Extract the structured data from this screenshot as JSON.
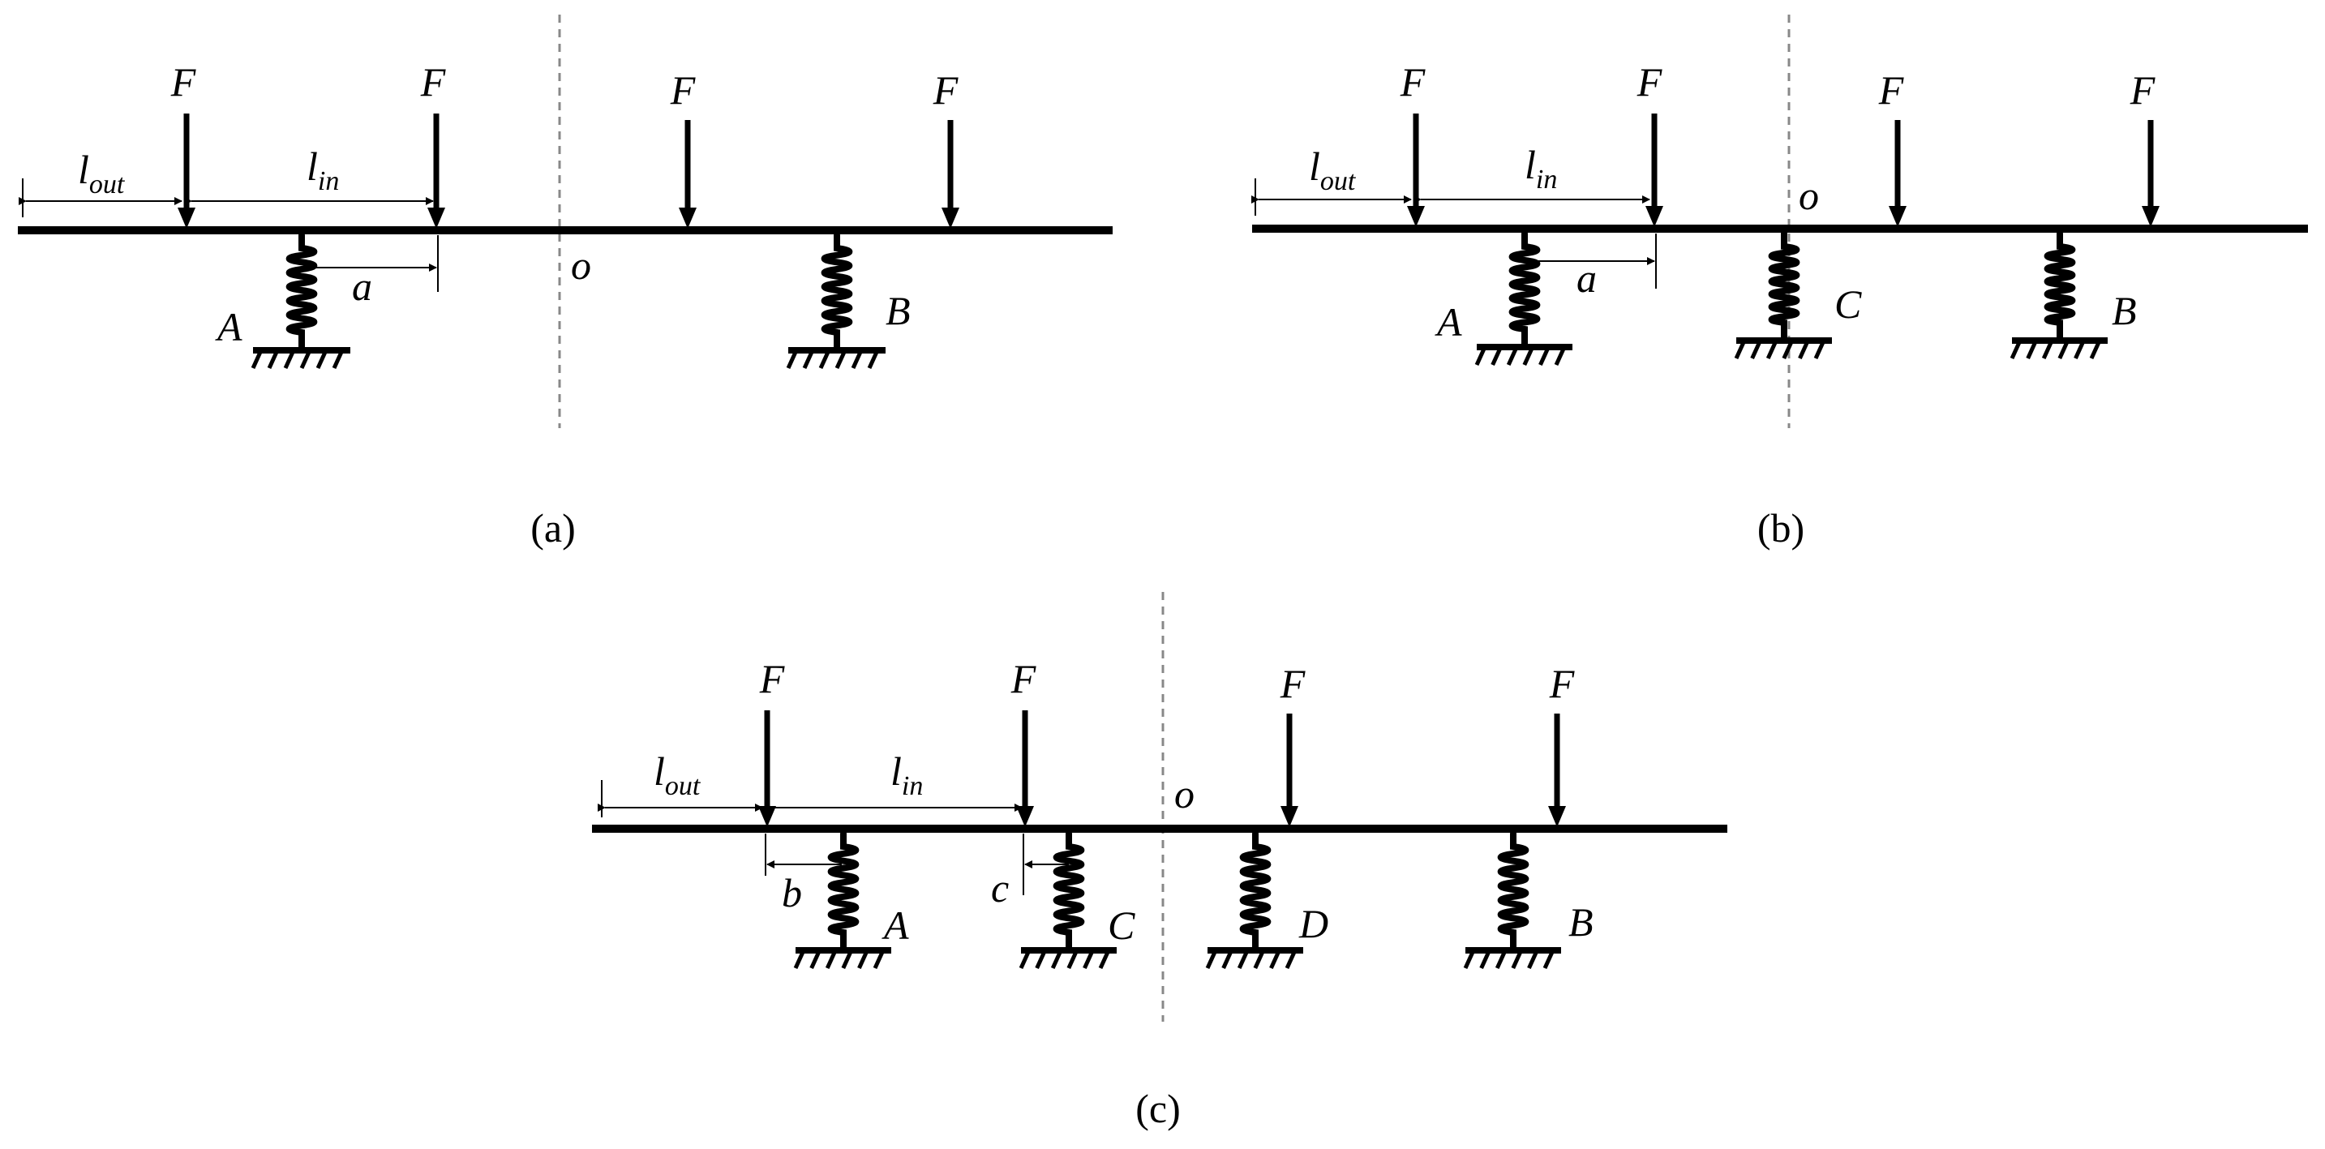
{
  "diagrams": {
    "a": {
      "caption": "(a)",
      "force_label": "F",
      "origin_label": "o",
      "dim_out": {
        "main": "l",
        "sub": "out"
      },
      "dim_in": {
        "main": "l",
        "sub": "in"
      },
      "offset_a": "a",
      "springs": [
        "A",
        "B"
      ]
    },
    "b": {
      "caption": "(b)",
      "force_label": "F",
      "origin_label": "o",
      "dim_out": {
        "main": "l",
        "sub": "out"
      },
      "dim_in": {
        "main": "l",
        "sub": "in"
      },
      "offset_a": "a",
      "springs": [
        "A",
        "C",
        "B"
      ]
    },
    "c": {
      "caption": "(c)",
      "force_label": "F",
      "origin_label": "o",
      "dim_out": {
        "main": "l",
        "sub": "out"
      },
      "dim_in": {
        "main": "l",
        "sub": "in"
      },
      "offset_b": "b",
      "offset_c": "c",
      "springs": [
        "A",
        "C",
        "D",
        "B"
      ]
    }
  }
}
